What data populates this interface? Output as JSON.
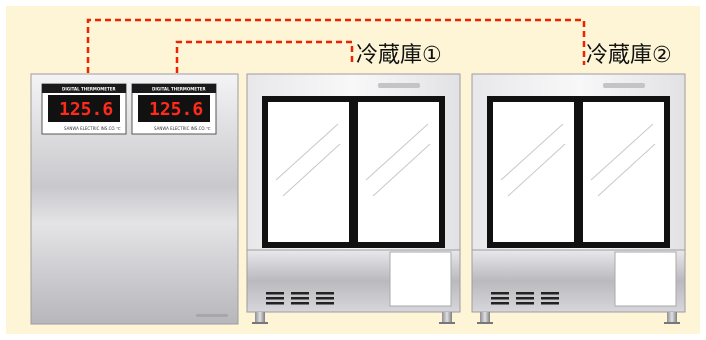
{
  "labels": {
    "fridge1": "冷蔵庫①",
    "fridge2": "冷蔵庫②"
  },
  "thermometers": [
    {
      "title": "DIGITAL THERMOMETER",
      "reading": "125.6",
      "unit": "℃",
      "footer": "SANWA ELECTRIC INS.CO."
    },
    {
      "title": "DIGITAL THERMOMETER",
      "reading": "125.6",
      "unit": "℃",
      "footer": "SANWA ELECTRIC INS.CO."
    }
  ],
  "colors": {
    "background": "#fdf5d6",
    "connection_line": "#ee2200",
    "display_digits": "#ff2a1a",
    "cabinet_metal": "#c8c8cc"
  }
}
